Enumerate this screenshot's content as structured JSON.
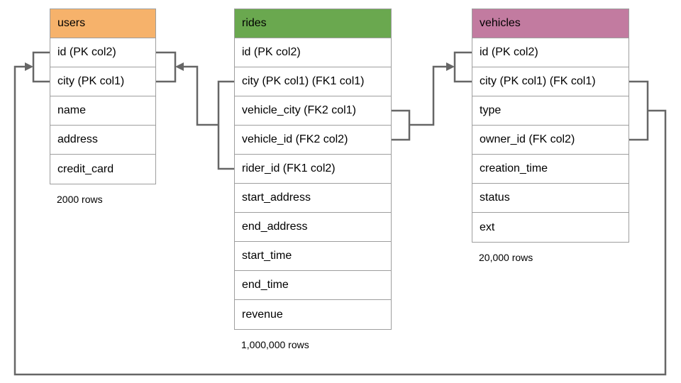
{
  "diagram": {
    "tables": [
      {
        "id": "users",
        "title": "users",
        "header_color": "#F6B26B",
        "columns": [
          "id (PK col2)",
          "city (PK col1)",
          "name",
          "address",
          "credit_card"
        ],
        "rows_label": "2000 rows"
      },
      {
        "id": "rides",
        "title": "rides",
        "header_color": "#6AA84F",
        "columns": [
          "id (PK col2)",
          "city (PK col1) (FK1 col1)",
          "vehicle_city (FK2 col1)",
          "vehicle_id (FK2 col2)",
          "rider_id (FK1 col2)",
          "start_address",
          "end_address",
          "start_time",
          "end_time",
          "revenue"
        ],
        "rows_label": "1,000,000 rows"
      },
      {
        "id": "vehicles",
        "title": "vehicles",
        "header_color": "#C27BA0",
        "columns": [
          "id (PK col2)",
          "city (PK col1) (FK col1)",
          "type",
          "owner_id (FK col2)",
          "creation_time",
          "status",
          "ext"
        ],
        "rows_label": "20,000 rows"
      }
    ],
    "relationships": [
      {
        "id": "rides-users",
        "from": "rides (city, rider_id)",
        "to": "users (id, city)"
      },
      {
        "id": "rides-vehicles",
        "from": "rides (vehicle_city, vehicle_id)",
        "to": "vehicles (id, city)"
      },
      {
        "id": "vehicles-users",
        "from": "vehicles (city, owner_id)",
        "to": "users (id, city)"
      }
    ],
    "colors": {
      "line": "#666666",
      "table_border": "#9e9e9e",
      "users_header": "#F6B26B",
      "rides_header": "#6AA84F",
      "vehicles_header": "#C27BA0",
      "background": "#ffffff",
      "text": "#000000"
    }
  }
}
